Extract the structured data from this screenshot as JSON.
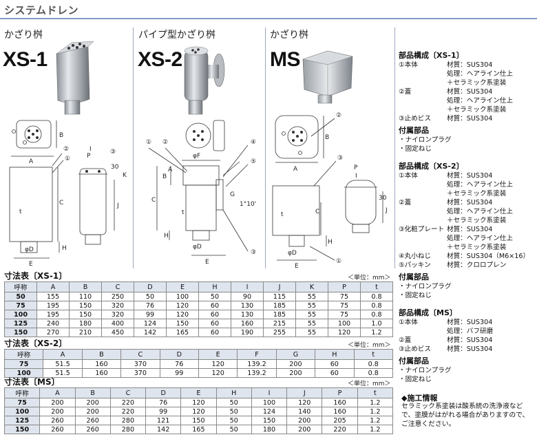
{
  "header": {
    "title": "システムドレン"
  },
  "products": [
    {
      "subtitle": "かざり桝",
      "model": "XS-1"
    },
    {
      "subtitle": "パイプ型かざり桝",
      "model": "XS-2"
    },
    {
      "subtitle": "かざり桝",
      "model": "MS"
    }
  ],
  "dim_labels": [
    "A",
    "B",
    "C",
    "D",
    "E",
    "H",
    "I",
    "J",
    "K",
    "P",
    "F",
    "G",
    "t",
    "φD",
    "φF",
    "30",
    "1°10'",
    "①",
    "②",
    "③",
    "④",
    "⑤"
  ],
  "parts": [
    {
      "title": "部品構成〔XS-1〕",
      "items": [
        {
          "name": "①本体",
          "lines": [
            "材質：SUS304",
            "処理：ヘアライン仕上",
            "＋セラミック系塗装"
          ]
        },
        {
          "name": "②蓋",
          "lines": [
            "材質：SUS304",
            "処理：ヘアライン仕上",
            "＋セラミック系塗装"
          ]
        },
        {
          "name": "③止めビス",
          "lines": [
            "材質：SUS304"
          ]
        }
      ],
      "acc_title": "付属部品",
      "accessories": [
        "・ナイロンプラグ",
        "・固定ねじ"
      ]
    },
    {
      "title": "部品構成〔XS-2〕",
      "items": [
        {
          "name": "①本体",
          "lines": [
            "材質：SUS304",
            "処理：ヘアライン仕上",
            "＋セラミック系塗装"
          ]
        },
        {
          "name": "②蓋",
          "lines": [
            "材質：SUS304",
            "処理：ヘアライン仕上",
            "＋セラミック系塗装"
          ]
        },
        {
          "name": "③化粧プレート",
          "lines": [
            "材質：SUS304",
            "処理：ヘアライン仕上",
            "＋セラミック系塗装"
          ]
        },
        {
          "name": "④丸小ねじ",
          "lines": [
            "材質：SUS304（M6×16）"
          ]
        },
        {
          "name": "⑤パッキン",
          "lines": [
            "材質：クロロプレン"
          ]
        }
      ],
      "acc_title": "付属部品",
      "accessories": [
        "・ナイロンプラグ",
        "・固定ねじ"
      ]
    },
    {
      "title": "部品構成〔MS〕",
      "items": [
        {
          "name": "①本体",
          "lines": [
            "材質：SUS304",
            "処理：バフ研磨"
          ]
        },
        {
          "name": "②蓋",
          "lines": [
            "材質：SUS304"
          ]
        },
        {
          "name": "③止めビス",
          "lines": [
            "材質：SUS304"
          ]
        }
      ],
      "acc_title": "付属部品",
      "accessories": [
        "・ナイロンプラグ",
        "・固定ねじ"
      ]
    }
  ],
  "tables": [
    {
      "title": "寸法表〔XS-1〕",
      "unit": "＜単位：mm＞",
      "columns": [
        "呼称",
        "A",
        "B",
        "C",
        "D",
        "E",
        "H",
        "I",
        "J",
        "K",
        "P",
        "t"
      ],
      "rows": [
        [
          "50",
          "155",
          "110",
          "250",
          "50",
          "100",
          "50",
          "90",
          "115",
          "55",
          "75",
          "0.8"
        ],
        [
          "75",
          "195",
          "150",
          "320",
          "76",
          "120",
          "60",
          "130",
          "185",
          "55",
          "75",
          "0.8"
        ],
        [
          "100",
          "195",
          "150",
          "320",
          "99",
          "120",
          "60",
          "130",
          "185",
          "55",
          "75",
          "0.8"
        ],
        [
          "125",
          "240",
          "180",
          "400",
          "124",
          "150",
          "60",
          "160",
          "215",
          "55",
          "100",
          "1.0"
        ],
        [
          "150",
          "270",
          "210",
          "450",
          "142",
          "165",
          "60",
          "190",
          "255",
          "55",
          "120",
          "1.2"
        ]
      ]
    },
    {
      "title": "寸法表〔XS-2〕",
      "unit": "＜単位：mm＞",
      "columns": [
        "呼称",
        "A",
        "B",
        "C",
        "D",
        "E",
        "F",
        "G",
        "H",
        "t"
      ],
      "rows": [
        [
          "75",
          "51.5",
          "160",
          "370",
          "76",
          "120",
          "139.2",
          "200",
          "60",
          "0.8"
        ],
        [
          "100",
          "51.5",
          "160",
          "370",
          "99",
          "120",
          "139.2",
          "200",
          "60",
          "0.8"
        ]
      ]
    },
    {
      "title": "寸法表〔MS〕",
      "unit": "＜単位：mm＞",
      "columns": [
        "呼称",
        "A",
        "B",
        "C",
        "D",
        "E",
        "H",
        "I",
        "J",
        "P",
        "t"
      ],
      "rows": [
        [
          "75",
          "200",
          "200",
          "220",
          "76",
          "120",
          "50",
          "100",
          "120",
          "160",
          "1.2"
        ],
        [
          "100",
          "200",
          "200",
          "220",
          "99",
          "120",
          "50",
          "124",
          "140",
          "160",
          "1.2"
        ],
        [
          "125",
          "260",
          "260",
          "280",
          "121",
          "150",
          "50",
          "150",
          "200",
          "205",
          "1.2"
        ],
        [
          "150",
          "260",
          "260",
          "280",
          "142",
          "165",
          "50",
          "180",
          "200",
          "220",
          "1.2"
        ]
      ]
    }
  ],
  "notice": {
    "title": "◆施工情報",
    "text": "セラミック系塗装は酸系統の洗浄液などで、塗膜がはがれる場合がありますので、ご注意ください。"
  }
}
